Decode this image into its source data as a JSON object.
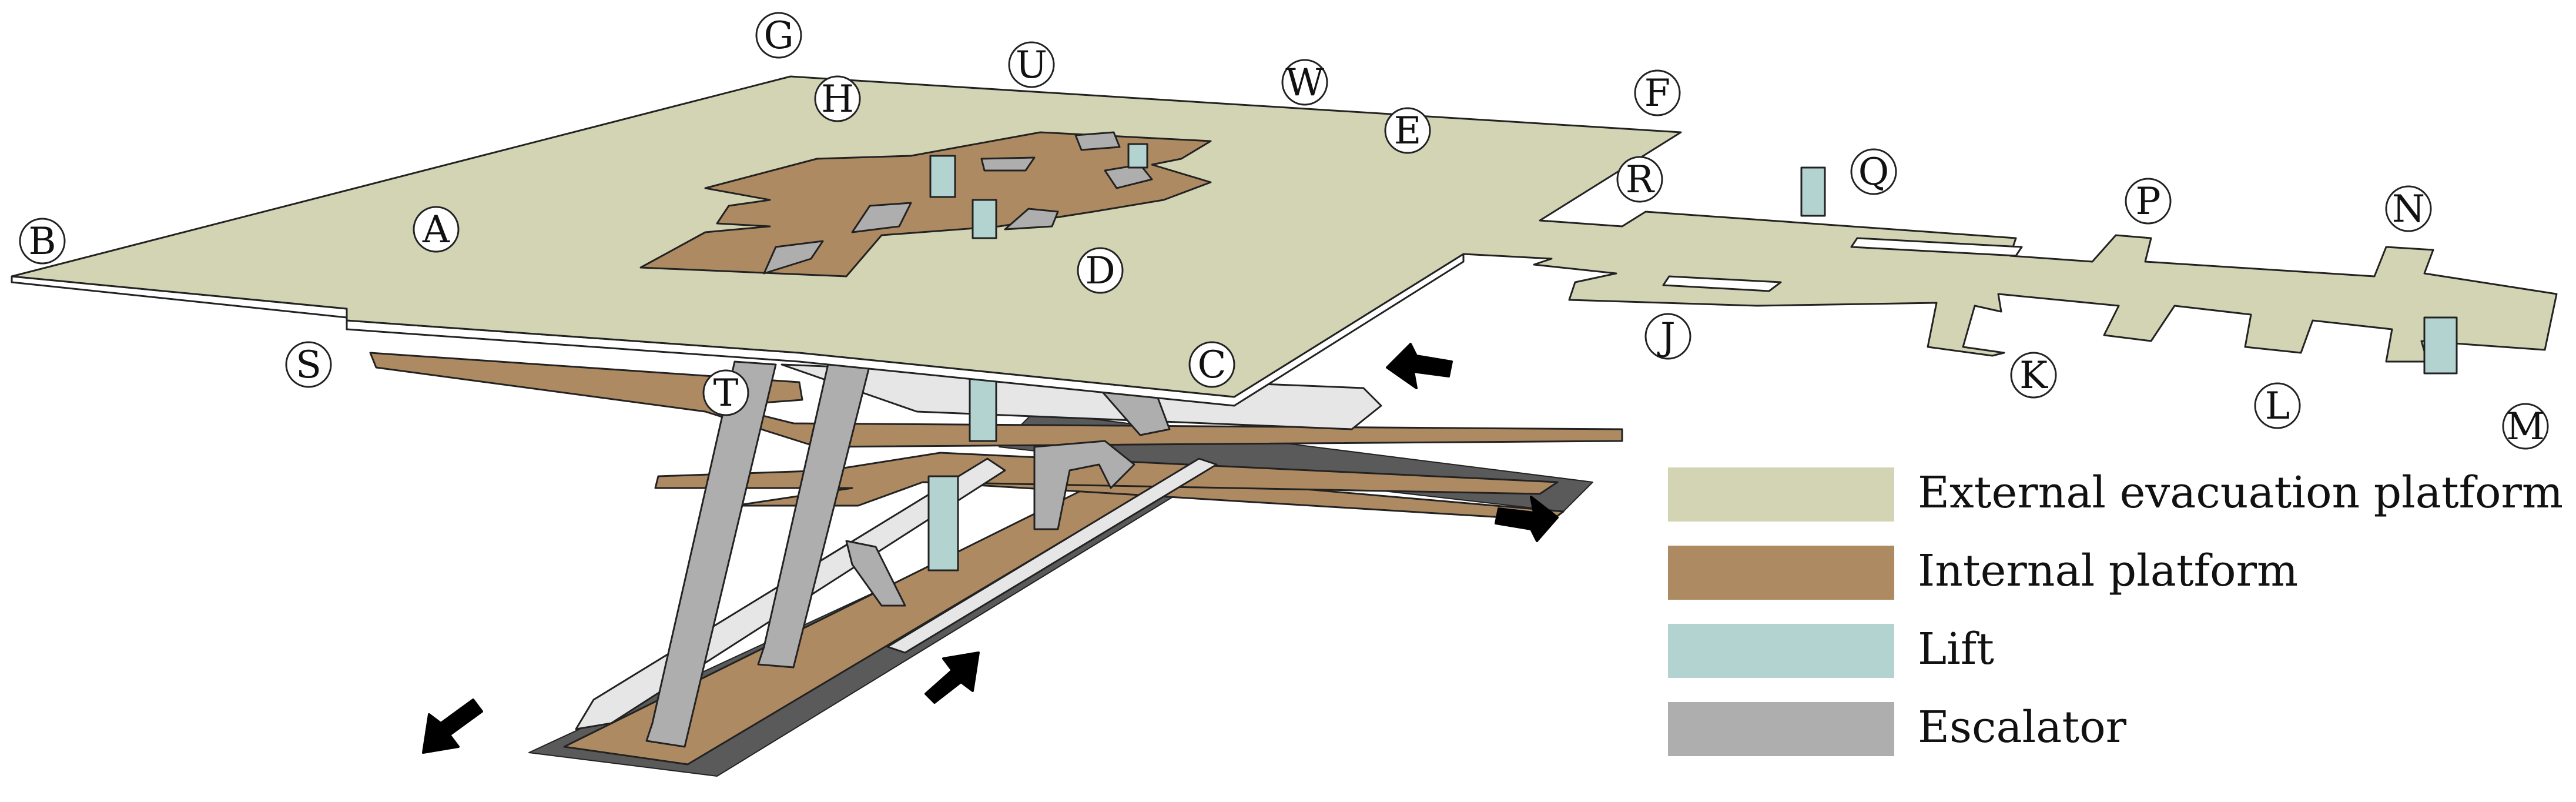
{
  "colors": {
    "external": "#d3d4b3",
    "internal": "#ae8a62",
    "lift": "#b2d3cf",
    "escalator": "#aeaeae",
    "escalator_light": "#e6e6e6",
    "track": "#5a5a5a",
    "outline": "#222222",
    "arrow": "#000000"
  },
  "point_labels": [
    "A",
    "B",
    "C",
    "D",
    "E",
    "F",
    "G",
    "H",
    "J",
    "K",
    "L",
    "M",
    "N",
    "P",
    "Q",
    "R",
    "S",
    "T",
    "U",
    "W"
  ],
  "legend": [
    {
      "label": "External evacuation platform",
      "color_key": "external"
    },
    {
      "label": "Internal platform",
      "color_key": "internal"
    },
    {
      "label": "Lift",
      "color_key": "lift"
    },
    {
      "label": "Escalator",
      "color_key": "escalator"
    }
  ],
  "arrows": [
    {
      "icon": "arrow-left-icon"
    },
    {
      "icon": "arrow-right-icon"
    },
    {
      "icon": "arrow-down-left-icon"
    },
    {
      "icon": "arrow-up-right-icon"
    }
  ]
}
